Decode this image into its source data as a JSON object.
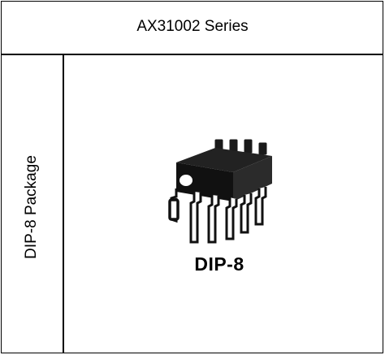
{
  "table": {
    "header_title": "AX31002 Series",
    "row_label": "DIP-8 Package",
    "package_label": "DIP-8"
  },
  "icons": {
    "chip_image": "dip8-chip-icon"
  },
  "colors": {
    "border": "#000000",
    "chip_body": "#1a1a1a",
    "pin": "#ffffff"
  }
}
